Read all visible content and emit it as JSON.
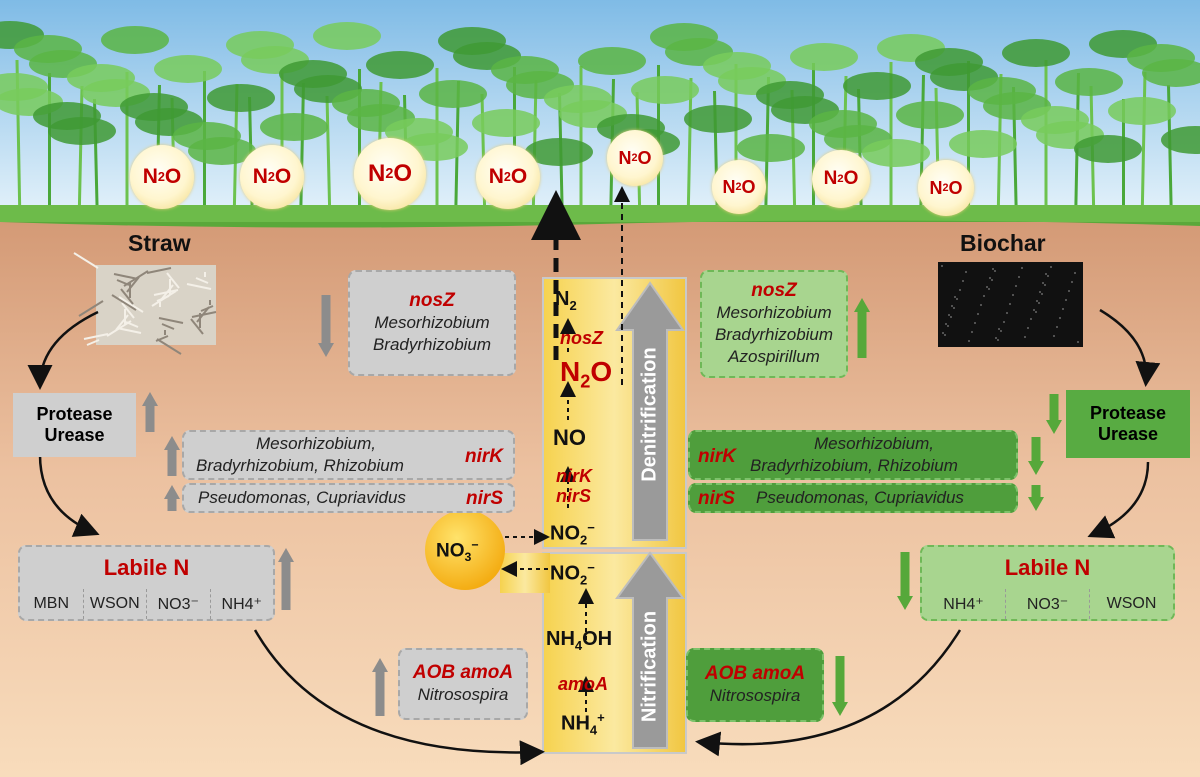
{
  "atmosphere": {
    "n2o_label": "N2O"
  },
  "left": {
    "title": "Straw",
    "enzymes": [
      "Protease",
      "Urease"
    ],
    "nosz": {
      "gene": "nosZ",
      "orgs": [
        "Mesorhizobium",
        "Bradyrhizobium"
      ]
    },
    "nirk": {
      "gene": "nirK",
      "orgs": [
        "Mesorhizobium,",
        "Bradyrhizobium, Rhizobium"
      ]
    },
    "nirs": {
      "gene": "nirS",
      "orgs": "Pseudomonas, Cupriavidus"
    },
    "labile": {
      "title": "Labile N",
      "cells": [
        "MBN",
        "WSON",
        "NO3⁻",
        "NH4⁺"
      ]
    },
    "amoa": {
      "gene": "AOB amoA",
      "org": "Nitrosospira"
    }
  },
  "right": {
    "title": "Biochar",
    "enzymes": [
      "Protease",
      "Urease"
    ],
    "nosz": {
      "gene": "nosZ",
      "orgs": [
        "Mesorhizobium",
        "Bradyrhizobium",
        "Azospirillum"
      ]
    },
    "nirk": {
      "gene": "nirK",
      "orgs": [
        "Mesorhizobium,",
        "Bradyrhizobium, Rhizobium"
      ]
    },
    "nirs": {
      "gene": "nirS",
      "orgs": "Pseudomonas, Cupriavidus"
    },
    "labile": {
      "title": "Labile N",
      "cells": [
        "NH4⁺",
        "NO3⁻",
        "WSON"
      ]
    },
    "amoa": {
      "gene": "AOB amoA",
      "org": "Nitrosospira"
    }
  },
  "center": {
    "species": {
      "n2": "N2",
      "n2o": "N2O",
      "no": "NO",
      "no2_top": "NO2⁻",
      "no2_bot": "NO2⁻",
      "nh4oh": "NH4OH",
      "nh4": "NH4⁺",
      "no3": "NO3⁻"
    },
    "genes": {
      "nosz": "nosZ",
      "nirk": "nirK",
      "nirs": "nirS",
      "amoa": "amoA"
    },
    "processes": {
      "denitrification": "Denitrification",
      "nitrification": "Nitrification"
    }
  },
  "colors": {
    "sky_top": "#8fc4ea",
    "soil_top": "#d9a27f",
    "soil_bottom": "#f6d7b4",
    "gene_red": "#c00000",
    "up_gray": "#8c8c8c",
    "down_green": "#56a83a",
    "core_yellow": "#f4c430"
  }
}
